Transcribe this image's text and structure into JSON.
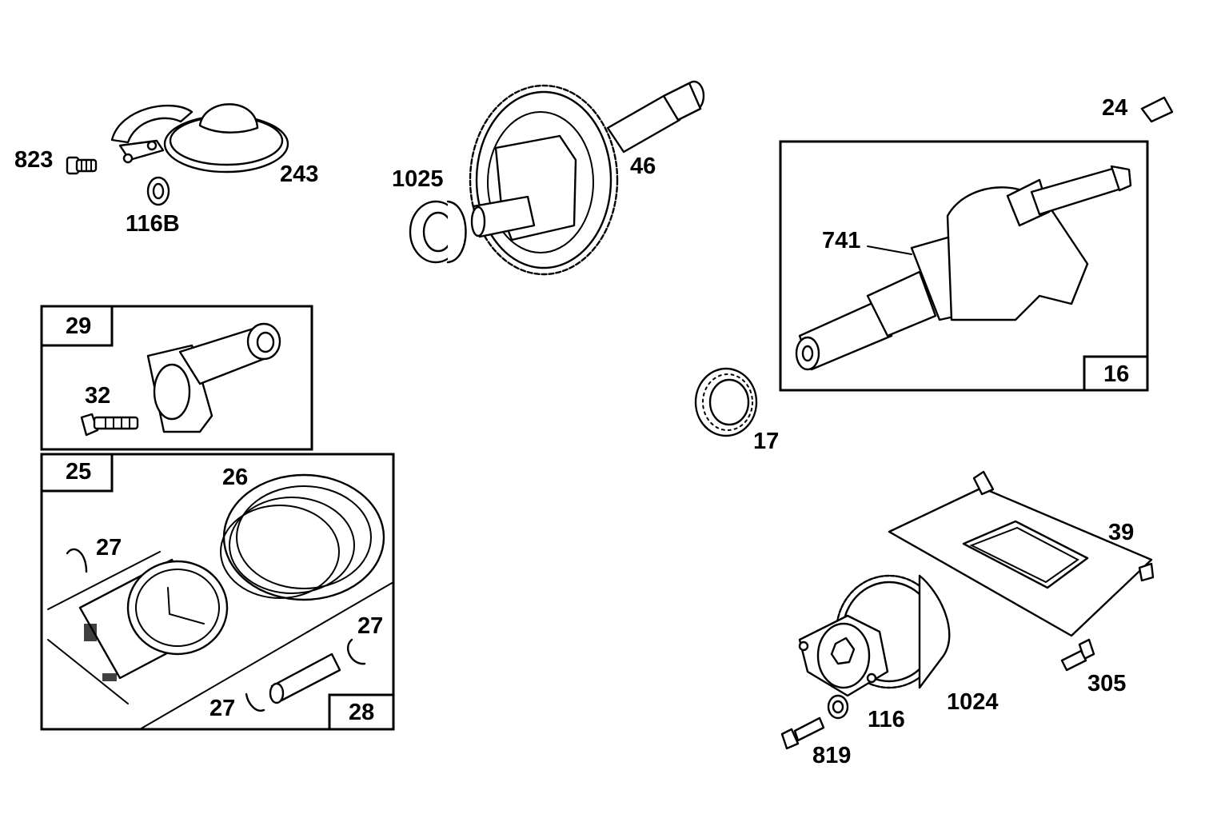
{
  "diagram": {
    "part_labels": {
      "p823": "823",
      "p243": "243",
      "p116B": "116B",
      "p1025": "1025",
      "p46": "46",
      "p24": "24",
      "p741": "741",
      "p16": "16",
      "p17": "17",
      "p29": "29",
      "p32": "32",
      "p25": "25",
      "p26": "26",
      "p27a": "27",
      "p27b": "27",
      "p27c": "27",
      "p28": "28",
      "p39": "39",
      "p305": "305",
      "p1024": "1024",
      "p116": "116",
      "p819": "819"
    }
  }
}
